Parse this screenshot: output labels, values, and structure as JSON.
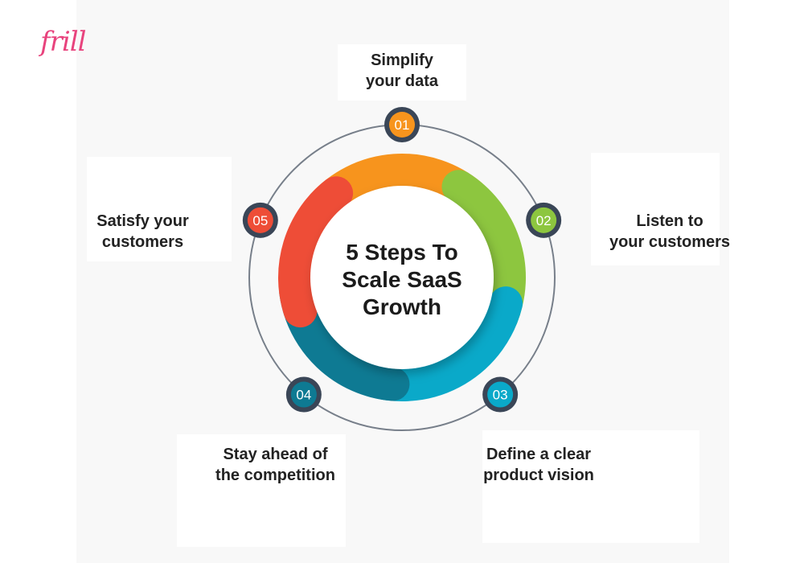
{
  "brand": {
    "logo_text": "frill"
  },
  "diagram": {
    "title_lines": [
      "5 Steps To",
      "Scale SaaS",
      "Growth"
    ],
    "colors": {
      "orange": "#f7941d",
      "green": "#8dc63f",
      "cyan": "#0aa9c9",
      "teal": "#0e7a93",
      "red": "#ee4d37",
      "badge_ring": "#3a4657",
      "orbit": "#777f8a"
    },
    "steps": [
      {
        "number": "01",
        "line1": "Simplify",
        "line2": "your data",
        "color": "#f7941d"
      },
      {
        "number": "02",
        "line1": "Listen to",
        "line2": "your customers",
        "color": "#8dc63f"
      },
      {
        "number": "03",
        "line1": "Define a clear",
        "line2": "product vision",
        "color": "#0aa9c9"
      },
      {
        "number": "04",
        "line1": "Stay ahead of",
        "line2": "the competition",
        "color": "#0e7a93"
      },
      {
        "number": "05",
        "line1": "Satisfy your",
        "line2": "customers",
        "color": "#ee4d37"
      }
    ]
  }
}
